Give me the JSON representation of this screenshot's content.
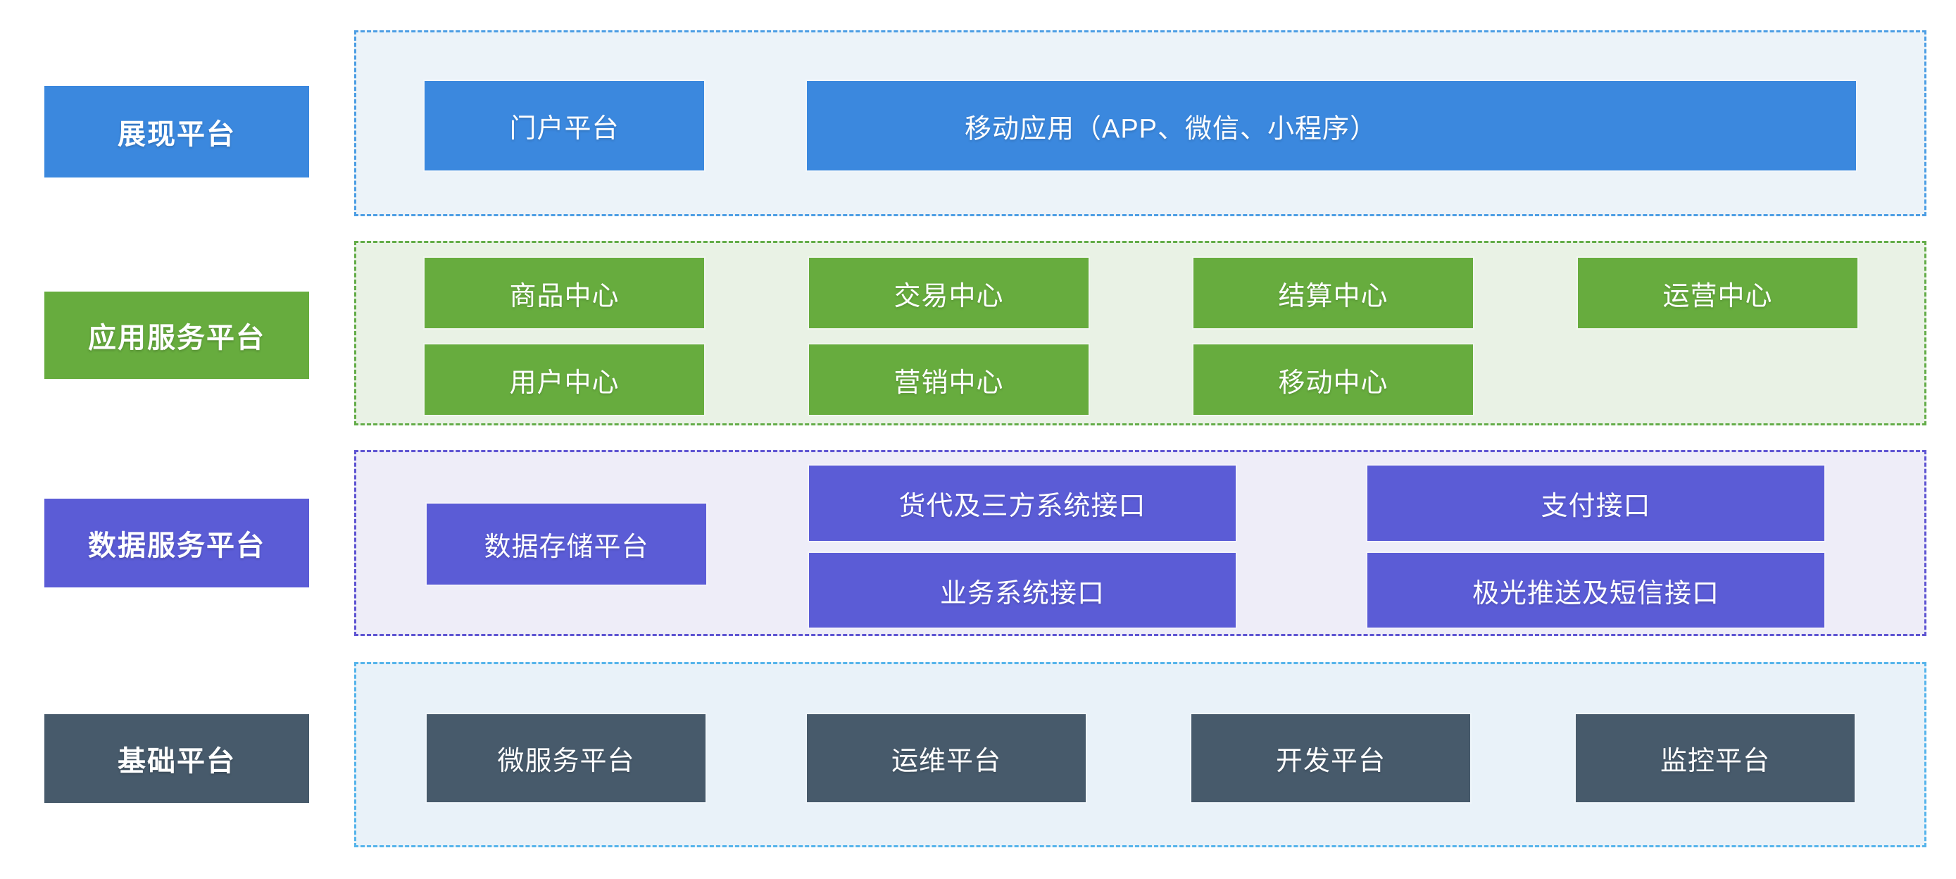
{
  "diagram": {
    "presentation": {
      "label": "展现平台",
      "portal": "门户平台",
      "mobile_app": "移动应用（APP、微信、小程序）"
    },
    "application": {
      "label": "应用服务平台",
      "centers_top": [
        "商品中心",
        "交易中心",
        "结算中心",
        "运营中心"
      ],
      "centers_bottom": [
        "用户中心",
        "营销中心",
        "移动中心"
      ]
    },
    "data": {
      "label": "数据服务平台",
      "storage": "数据存储平台",
      "interfaces_left": [
        "货代及三方系统接口",
        "业务系统接口"
      ],
      "interfaces_right": [
        "支付接口",
        "极光推送及短信接口"
      ]
    },
    "base": {
      "label": "基础平台",
      "platforms": [
        "微服务平台",
        "运维平台",
        "开发平台",
        "监控平台"
      ]
    }
  },
  "colors": {
    "presentation_box": "#3B88DE",
    "presentation_container_bg": "#ECF3F9",
    "presentation_border": "#4C9EE4",
    "application_box": "#67AC3E",
    "application_container_bg": "#E9F2E5",
    "application_border": "#63AC48",
    "data_box": "#5B5CD6",
    "data_container_bg": "#EEEDF8",
    "data_border": "#5E54D2",
    "base_box": "#475A6B",
    "base_container_bg": "#E9F2F9",
    "base_border": "#55B4EB",
    "text": "#FFFFFF",
    "page_bg": "#FFFFFF"
  }
}
